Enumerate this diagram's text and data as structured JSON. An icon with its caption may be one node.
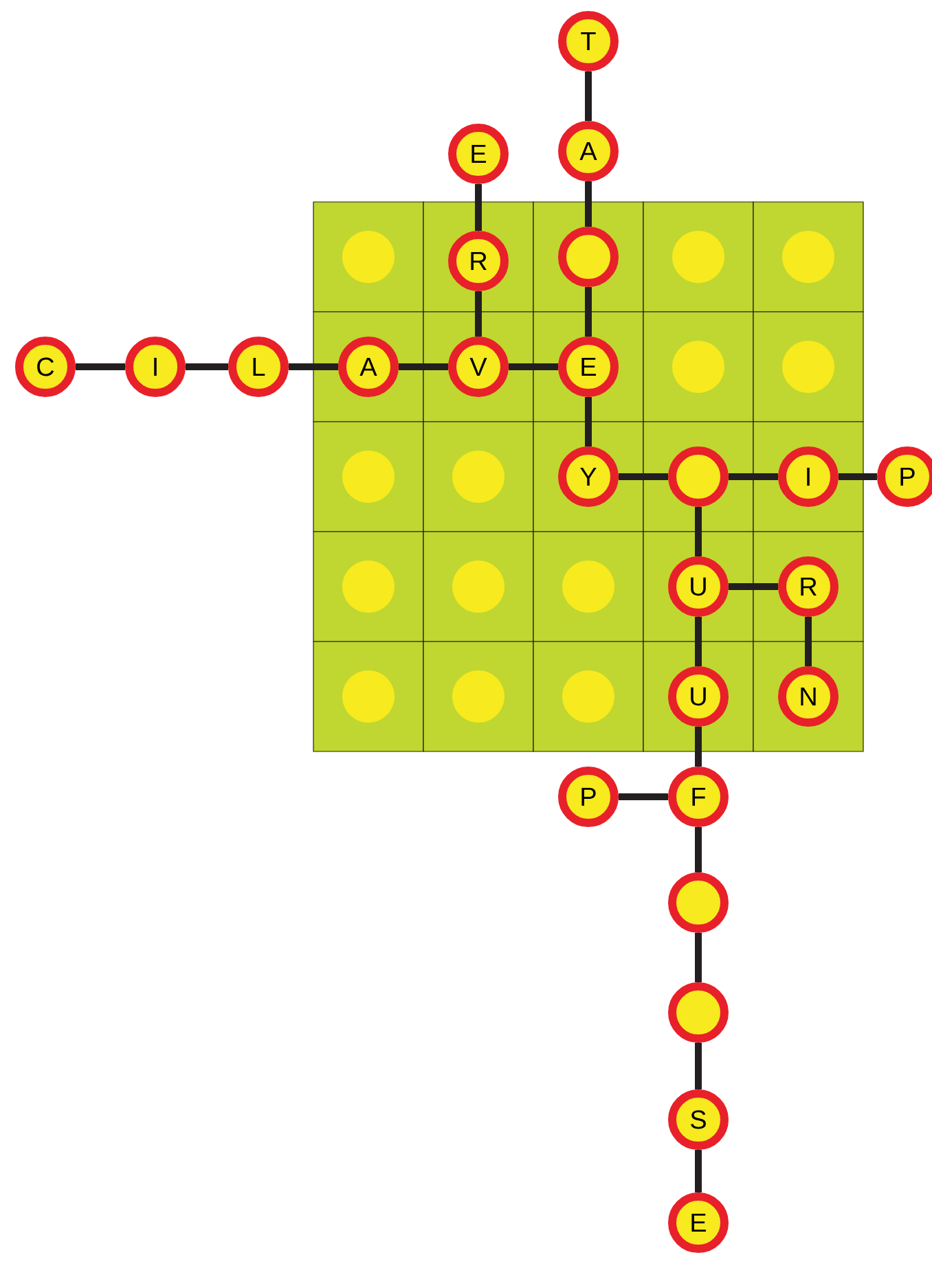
{
  "diagram": {
    "nodes": [
      {
        "text": [
          "T"
        ]
      },
      {
        "text": [
          "E"
        ]
      },
      {
        "text": [
          "A"
        ]
      },
      {
        "text": [
          "R"
        ]
      },
      {
        "text": [],
        "shape": "circle"
      },
      {
        "text": [
          "C"
        ]
      },
      {
        "text": [
          "I"
        ]
      },
      {
        "text": [
          "L"
        ]
      },
      {
        "text": [
          "A"
        ]
      },
      {
        "text": [
          "V"
        ]
      },
      {
        "text": [
          "E"
        ]
      },
      {
        "text": [
          "Y"
        ]
      },
      {
        "text": [],
        "shape": "circle"
      },
      {
        "text": [
          "I"
        ]
      },
      {
        "text": [
          "P"
        ]
      },
      {
        "text": [
          "U"
        ]
      },
      {
        "text": [
          "R"
        ]
      },
      {
        "text": [
          "U"
        ]
      },
      {
        "text": [
          "N"
        ]
      },
      {
        "text": [
          "P"
        ]
      },
      {
        "text": [
          "F"
        ]
      },
      {
        "text": [],
        "shape": "circle"
      },
      {
        "text": [],
        "shape": "circle"
      },
      {
        "text": [
          "S"
        ]
      },
      {
        "text": [
          "E"
        ]
      }
    ],
    "edges": [
      {
        "from": 0,
        "to": 2,
        "arrow": "none"
      },
      {
        "from": 2,
        "to": 4,
        "arrow": "none"
      },
      {
        "from": 4,
        "to": 10,
        "arrow": "none"
      },
      {
        "from": 1,
        "to": 3,
        "arrow": "none"
      },
      {
        "from": 3,
        "to": 9,
        "arrow": "none"
      },
      {
        "from": 5,
        "to": 6,
        "arrow": "none"
      },
      {
        "from": 6,
        "to": 7,
        "arrow": "none"
      },
      {
        "from": 7,
        "to": 8,
        "arrow": "none"
      },
      {
        "from": 8,
        "to": 9,
        "arrow": "none"
      },
      {
        "from": 9,
        "to": 10,
        "arrow": "none"
      },
      {
        "from": 10,
        "to": 11,
        "arrow": "none"
      },
      {
        "from": 11,
        "to": 12,
        "arrow": "none"
      },
      {
        "from": 12,
        "to": 13,
        "arrow": "none"
      },
      {
        "from": 13,
        "to": 14,
        "arrow": "none"
      },
      {
        "from": 12,
        "to": 15,
        "arrow": "none"
      },
      {
        "from": 15,
        "to": 16,
        "arrow": "none"
      },
      {
        "from": 16,
        "to": 18,
        "arrow": "none"
      },
      {
        "from": 15,
        "to": 17,
        "arrow": "none"
      },
      {
        "from": 17,
        "to": 20,
        "arrow": "none"
      },
      {
        "from": 19,
        "to": 20,
        "arrow": "none"
      },
      {
        "from": 20,
        "to": 21,
        "arrow": "none"
      },
      {
        "from": 21,
        "to": 22,
        "arrow": "none"
      },
      {
        "from": 22,
        "to": 23,
        "arrow": "none"
      },
      {
        "from": 23,
        "to": 24,
        "arrow": "none"
      }
    ]
  }
}
